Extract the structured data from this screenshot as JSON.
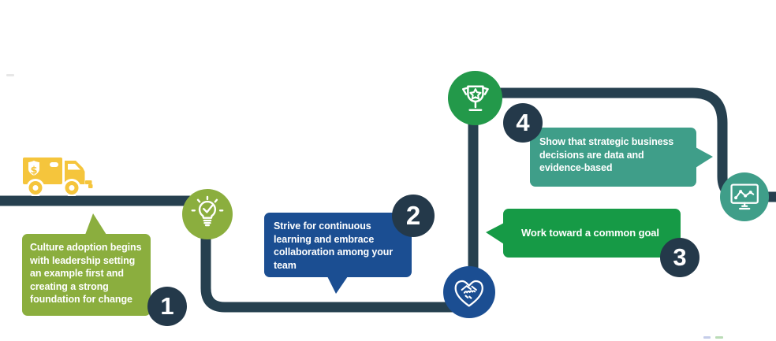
{
  "steps": [
    {
      "number": "1",
      "text": "Culture adoption begins with leadership setting an example first and creating a strong foundation for change"
    },
    {
      "number": "2",
      "text": "Strive for continuous learning and embrace collaboration among your team"
    },
    {
      "number": "3",
      "text": "Work toward a common goal"
    },
    {
      "number": "4",
      "text": "Show that strategic business decisions are data and evidence-based"
    }
  ],
  "milestones": [
    {
      "icon": "money-truck-icon"
    },
    {
      "icon": "lightbulb-check-icon"
    },
    {
      "icon": "handshake-heart-icon"
    },
    {
      "icon": "trophy-star-icon"
    },
    {
      "icon": "monitor-chart-icon"
    }
  ],
  "colors": {
    "road": "#26404f",
    "badge": "#24394a",
    "step1_green": "#8bae3e",
    "step2_blue": "#1b4e92",
    "step3_green": "#169a46",
    "step4_teal": "#3f9e89",
    "trophy_green": "#23994a",
    "truck_yellow": "#f5c53c",
    "text_on_bubble": "#ffffff"
  }
}
